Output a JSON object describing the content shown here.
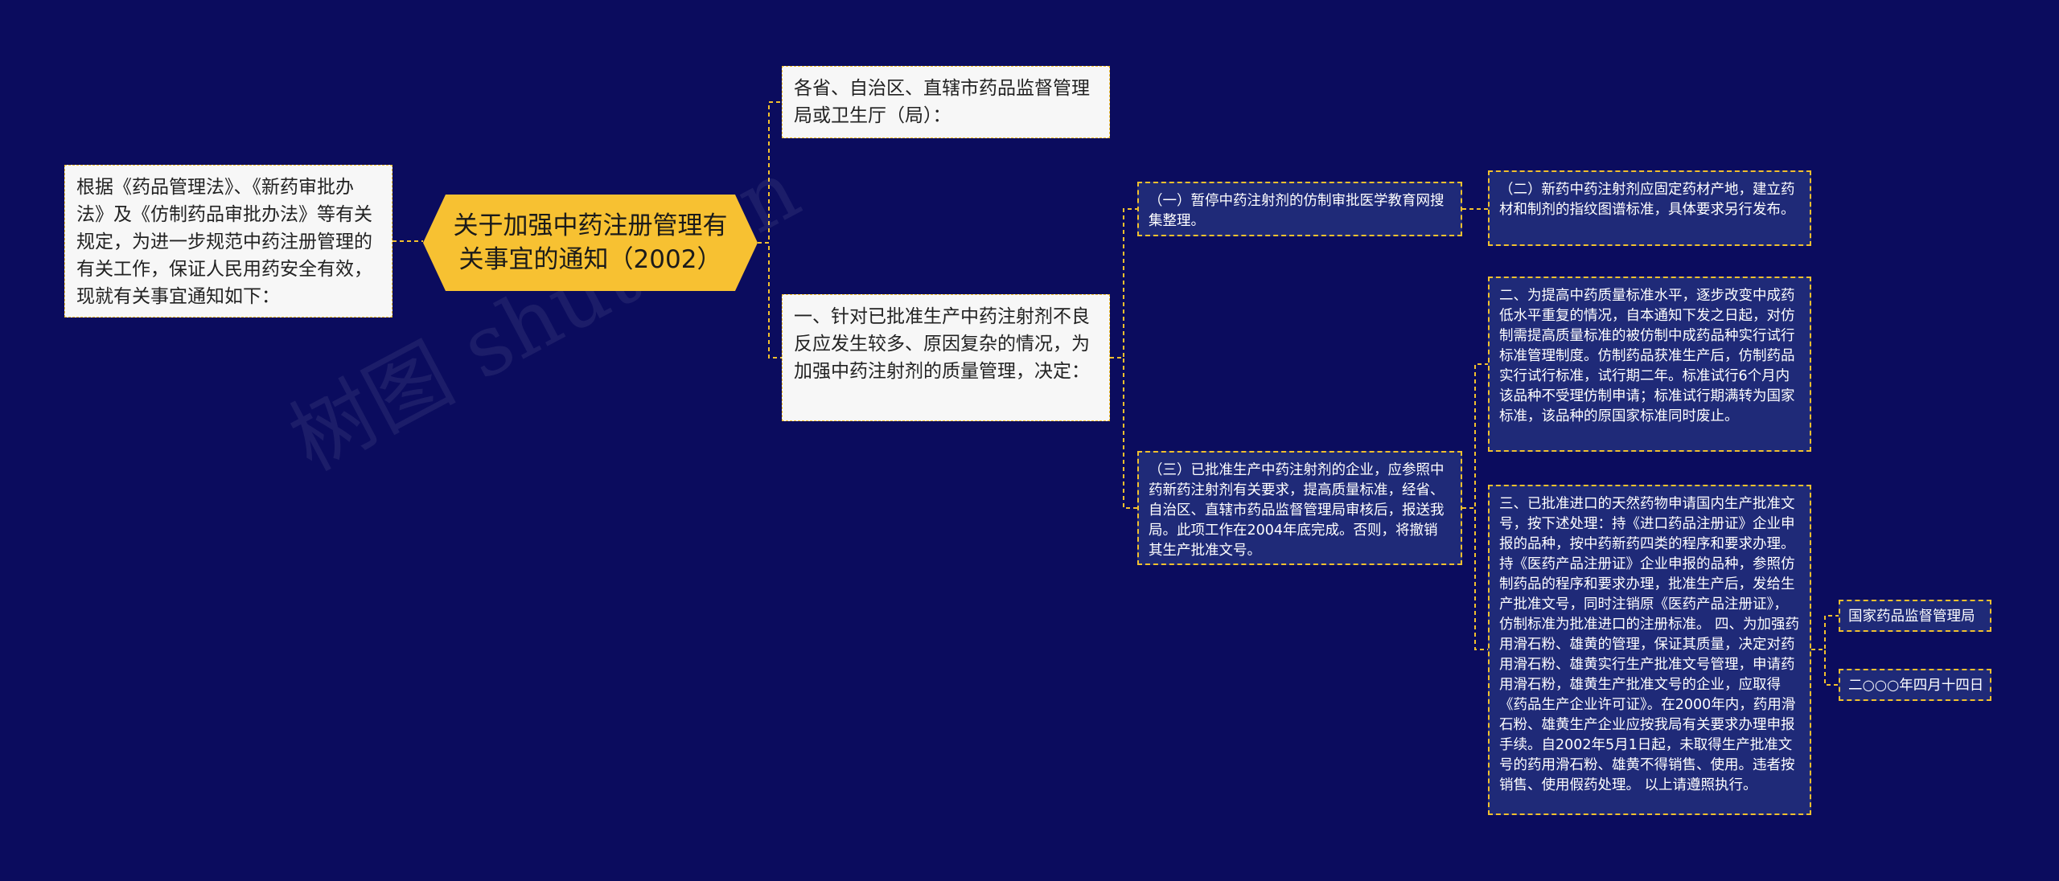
{
  "colors": {
    "background": "#0b0c5e",
    "root_fill": "#f7c132",
    "connector": "#f2c02e",
    "blue_node_fill": "#1f2a78",
    "white_node_fill": "#f7f7f7"
  },
  "watermark": "树图 shutu.cn",
  "root": {
    "label": "关于加强中药注册管理有关事宜的通知（2002）"
  },
  "left_note": "根据《药品管理法》、《新药审批办法》及《仿制药品审批办法》等有关规定，为进一步规范中药注册管理的有关工作，保证人民用药安全有效，现就有关事宜通知如下：",
  "branches": {
    "addressee": "各省、自治区、直辖市药品监督管理局或卫生厅（局）：",
    "decision": "一、针对已批准生产中药注射剂不良反应发生较多、原因复杂的情况，为加强中药注射剂的质量管理，决定：",
    "item1": "（一）暂停中药注射剂的仿制审批医学教育网搜集整理。",
    "item2": "（二）新药中药注射剂应固定药材产地，建立药材和制剂的指纹图谱标准，具体要求另行发布。",
    "item3": "（三）已批准生产中药注射剂的企业，应参照中药新药注射剂有关要求，提高质量标准，经省、自治区、直辖市药品监督管理局审核后，报送我局。此项工作在2004年底完成。否则，将撤销其生产批准文号。",
    "section2": "二、为提高中药质量标准水平，逐步改变中成药低水平重复的情况，自本通知下发之日起，对仿制需提高质量标准的被仿制中成药品种实行试行标准管理制度。仿制药品获准生产后，仿制药品实行试行标准，试行期二年。标准试行6个月内该品种不受理仿制申请；标准试行期满转为国家标准，该品种的原国家标准同时废止。",
    "section3": "三、已批准进口的天然药物申请国内生产批准文号，按下述处理：持《进口药品注册证》企业申报的品种，按中药新药四类的程序和要求办理。持《医药产品注册证》企业申报的品种，参照仿制药品的程序和要求办理，批准生产后，发给生产批准文号，同时注销原《医药产品注册证》，仿制标准为批准进口的注册标准。 四、为加强药用滑石粉、雄黄的管理，保证其质量，决定对药用滑石粉、雄黄实行生产批准文号管理，申请药用滑石粉，雄黄生产批准文号的企业，应取得《药品生产企业许可证》。在2000年内，药用滑石粉、雄黄生产企业应按我局有关要求办理申报手续。自2002年5月1日起，未取得生产批准文号的药用滑石粉、雄黄不得销售、使用。违者按销售、使用假药处理。 以上请遵照执行。",
    "issuer": "国家药品监督管理局",
    "date": "二○○○年四月十四日"
  }
}
